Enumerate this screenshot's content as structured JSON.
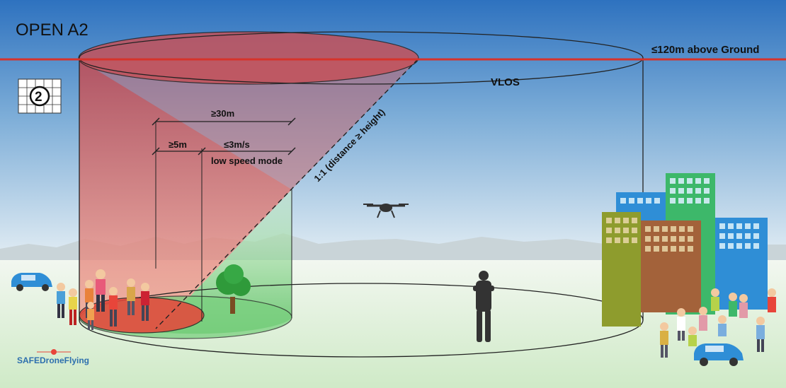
{
  "title": "OPEN A2",
  "height_limit": "≤120m above Ground",
  "vlos": "VLOS",
  "zone_badge": "2",
  "distance_30": "≥30m",
  "distance_5": "≥5m",
  "speed": "≤3m/s",
  "speed_mode": "low speed mode",
  "ratio": "1:1 (distance ≥ height)",
  "logo": "SAFEDroneFlying",
  "colors": {
    "sky_top": "#2f73c0",
    "sky_bottom": "#dbe8f1",
    "ground": "#dff2da",
    "red_zone": "#e8453a",
    "green_zone": "#63c46d",
    "limit_line": "#d6332b"
  }
}
